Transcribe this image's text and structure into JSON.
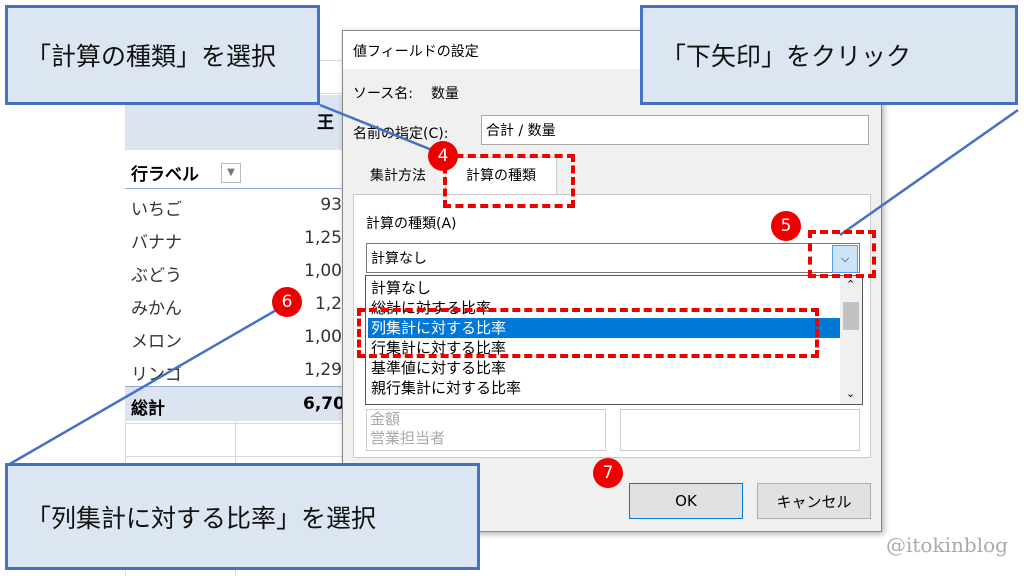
{
  "callouts": {
    "calc_type": "「計算の種類」を選択",
    "down_arrow": "「下矢印」をクリック",
    "col_ratio": "「列集計に対する比率」を選択"
  },
  "badges": [
    "4",
    "5",
    "6",
    "7"
  ],
  "pivot": {
    "col_header_fragment": "王",
    "row_label": "行ラベル",
    "rows": [
      {
        "label": "いちご",
        "value": "93"
      },
      {
        "label": "バナナ",
        "value": "1,25"
      },
      {
        "label": "ぶどう",
        "value": "1,00"
      },
      {
        "label": "みかん",
        "value": "1,2"
      },
      {
        "label": "メロン",
        "value": "1,00"
      },
      {
        "label": "リンゴ",
        "value": "1,29"
      }
    ],
    "total_label": "総計",
    "total_value": "6,70"
  },
  "dialog": {
    "title": "値フィールドの設定",
    "source_label": "ソース名:",
    "source_value": "数量",
    "name_label": "名前の指定(C):",
    "name_value": "合計 / 数量",
    "tabs": [
      "集計方法",
      "計算の種類"
    ],
    "calc_label": "計算の種類(A)",
    "calc_selected": "計算なし",
    "options": [
      "計算なし",
      "総計に対する比率",
      "列集計に対する比率",
      "行集計に対する比率",
      "基準値に対する比率",
      "親行集計に対する比率"
    ],
    "selected_index": 2,
    "base_field_items": [
      "金額",
      "営業担当者"
    ],
    "ok": "OK",
    "cancel": "キャンセル"
  },
  "watermark": "@itokinblog"
}
